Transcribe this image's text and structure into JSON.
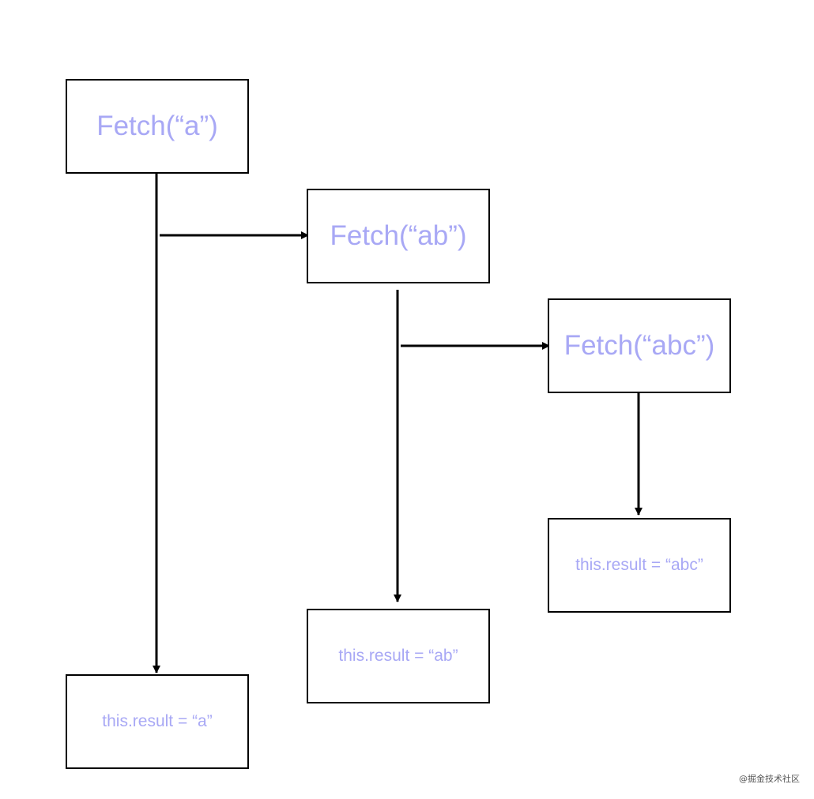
{
  "colors": {
    "text": "#a8a8f5",
    "border": "#000000",
    "arrow": "#000000"
  },
  "fetch_boxes": [
    {
      "label": "Fetch(“a”)"
    },
    {
      "label": "Fetch(“ab”)"
    },
    {
      "label": "Fetch(“abc”)"
    }
  ],
  "result_boxes": [
    {
      "label": "this.result = “a”"
    },
    {
      "label": "this.result = “ab”"
    },
    {
      "label": "this.result = “abc”"
    }
  ],
  "watermark": "@掘金技术社区"
}
